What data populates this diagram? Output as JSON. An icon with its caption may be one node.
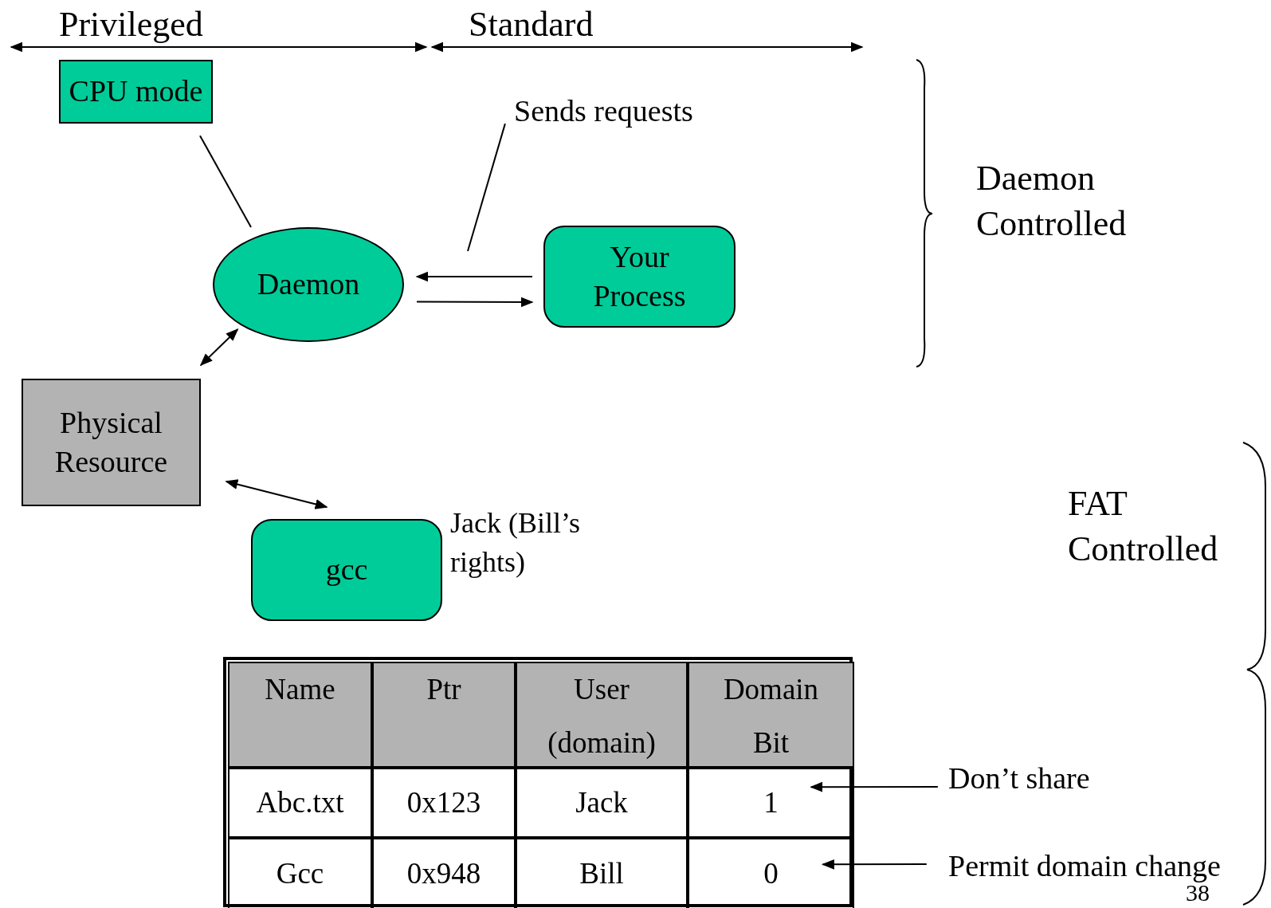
{
  "diagram": {
    "nodes": [
      {
        "text": [
          "CPU mode"
        ]
      },
      {
        "text": [
          "Daemon"
        ]
      },
      {
        "text": [
          "Your Process"
        ]
      },
      {
        "text": [
          "Sends requests"
        ]
      },
      {
        "text": [
          "Physical Resource"
        ]
      },
      {
        "text": [
          "gcc"
        ],
        "beside": [
          "Jack (Bill’s rights)"
        ]
      },
      {
        "text": [
          "Don’t share"
        ]
      },
      {
        "text": [
          "Permit domain change"
        ]
      },
      {
        "text": [
          "1"
        ]
      },
      {
        "text": [
          "0"
        ]
      }
    ],
    "edges": [
      {
        "from": 0,
        "to": 1,
        "arrow": "none"
      },
      {
        "from": 2,
        "to": 1,
        "arrow": "to"
      },
      {
        "from": 1,
        "to": 2,
        "arrow": "to"
      },
      {
        "from": 3,
        "to": null,
        "arrow": "none"
      },
      {
        "from": 1,
        "to": 4,
        "arrow": "both"
      },
      {
        "from": 4,
        "to": 5,
        "arrow": "both"
      },
      {
        "from": 6,
        "to": 8,
        "arrow": "to"
      },
      {
        "from": 7,
        "to": 9,
        "arrow": "to"
      }
    ],
    "labels": [
      "Privileged",
      "Standard",
      "Daemon Controlled",
      "FAT Controlled",
      "Name",
      "Ptr",
      "User (domain)",
      "Domain Bit",
      "Abc.txt",
      "0x123",
      "Jack",
      "Gcc",
      "0x948",
      "Bill",
      "38"
    ]
  }
}
